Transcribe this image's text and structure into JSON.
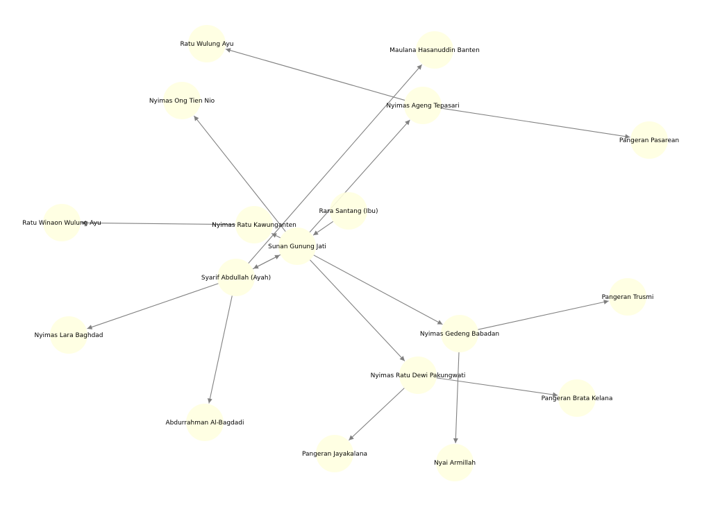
{
  "colors": {
    "node_fill": "#ffffe0",
    "edge": "#808080",
    "label": "#000000"
  },
  "nodes": [
    {
      "id": "sunan",
      "label": "Sunan Gunung Jati"
    },
    {
      "id": "rara",
      "label": "Rara Santang (Ibu)"
    },
    {
      "id": "syarif",
      "label": "Syarif Abdullah (Ayah)"
    },
    {
      "id": "kawunganten",
      "label": "Nyimas Ratu Kawunganten"
    },
    {
      "id": "ongtien",
      "label": "Nyimas Ong Tien Nio"
    },
    {
      "id": "tepasari",
      "label": "Nyimas Ageng Tepasari"
    },
    {
      "id": "babadan",
      "label": "Nyimas Gedeng Babadan"
    },
    {
      "id": "pakungwati",
      "label": "Nyimas Ratu Dewi Pakungwati"
    },
    {
      "id": "larabaghdad",
      "label": "Nyimas Lara Baghdad"
    },
    {
      "id": "abdurrahman",
      "label": "Abdurrahman Al-Bagdadi"
    },
    {
      "id": "winaon",
      "label": "Ratu Winaon Wulung Ayu"
    },
    {
      "id": "wulungayu",
      "label": "Ratu Wulung Ayu"
    },
    {
      "id": "maulana",
      "label": "Maulana Hasanuddin Banten"
    },
    {
      "id": "pasarean",
      "label": "Pangeran Pasarean"
    },
    {
      "id": "trusmi",
      "label": "Pangeran Trusmi"
    },
    {
      "id": "bratakelana",
      "label": "Pangeran Brata Kelana"
    },
    {
      "id": "jayakalana",
      "label": "Pangeran Jayakalana"
    },
    {
      "id": "armillah",
      "label": "Nyai Armillah"
    }
  ],
  "edges": [
    {
      "from": "rara",
      "to": "sunan"
    },
    {
      "from": "syarif",
      "to": "sunan"
    },
    {
      "from": "sunan",
      "to": "kawunganten"
    },
    {
      "from": "sunan",
      "to": "ongtien"
    },
    {
      "from": "sunan",
      "to": "tepasari"
    },
    {
      "from": "sunan",
      "to": "babadan"
    },
    {
      "from": "sunan",
      "to": "pakungwati"
    },
    {
      "from": "sunan",
      "to": "syarif"
    },
    {
      "from": "syarif",
      "to": "larabaghdad"
    },
    {
      "from": "syarif",
      "to": "abdurrahman"
    },
    {
      "from": "syarif",
      "to": "maulana"
    },
    {
      "from": "kawunganten",
      "to": "winaon"
    },
    {
      "from": "tepasari",
      "to": "wulungayu"
    },
    {
      "from": "tepasari",
      "to": "pasarean"
    },
    {
      "from": "babadan",
      "to": "trusmi"
    },
    {
      "from": "babadan",
      "to": "armillah"
    },
    {
      "from": "pakungwati",
      "to": "bratakelana"
    },
    {
      "from": "pakungwati",
      "to": "jayakalana"
    }
  ]
}
